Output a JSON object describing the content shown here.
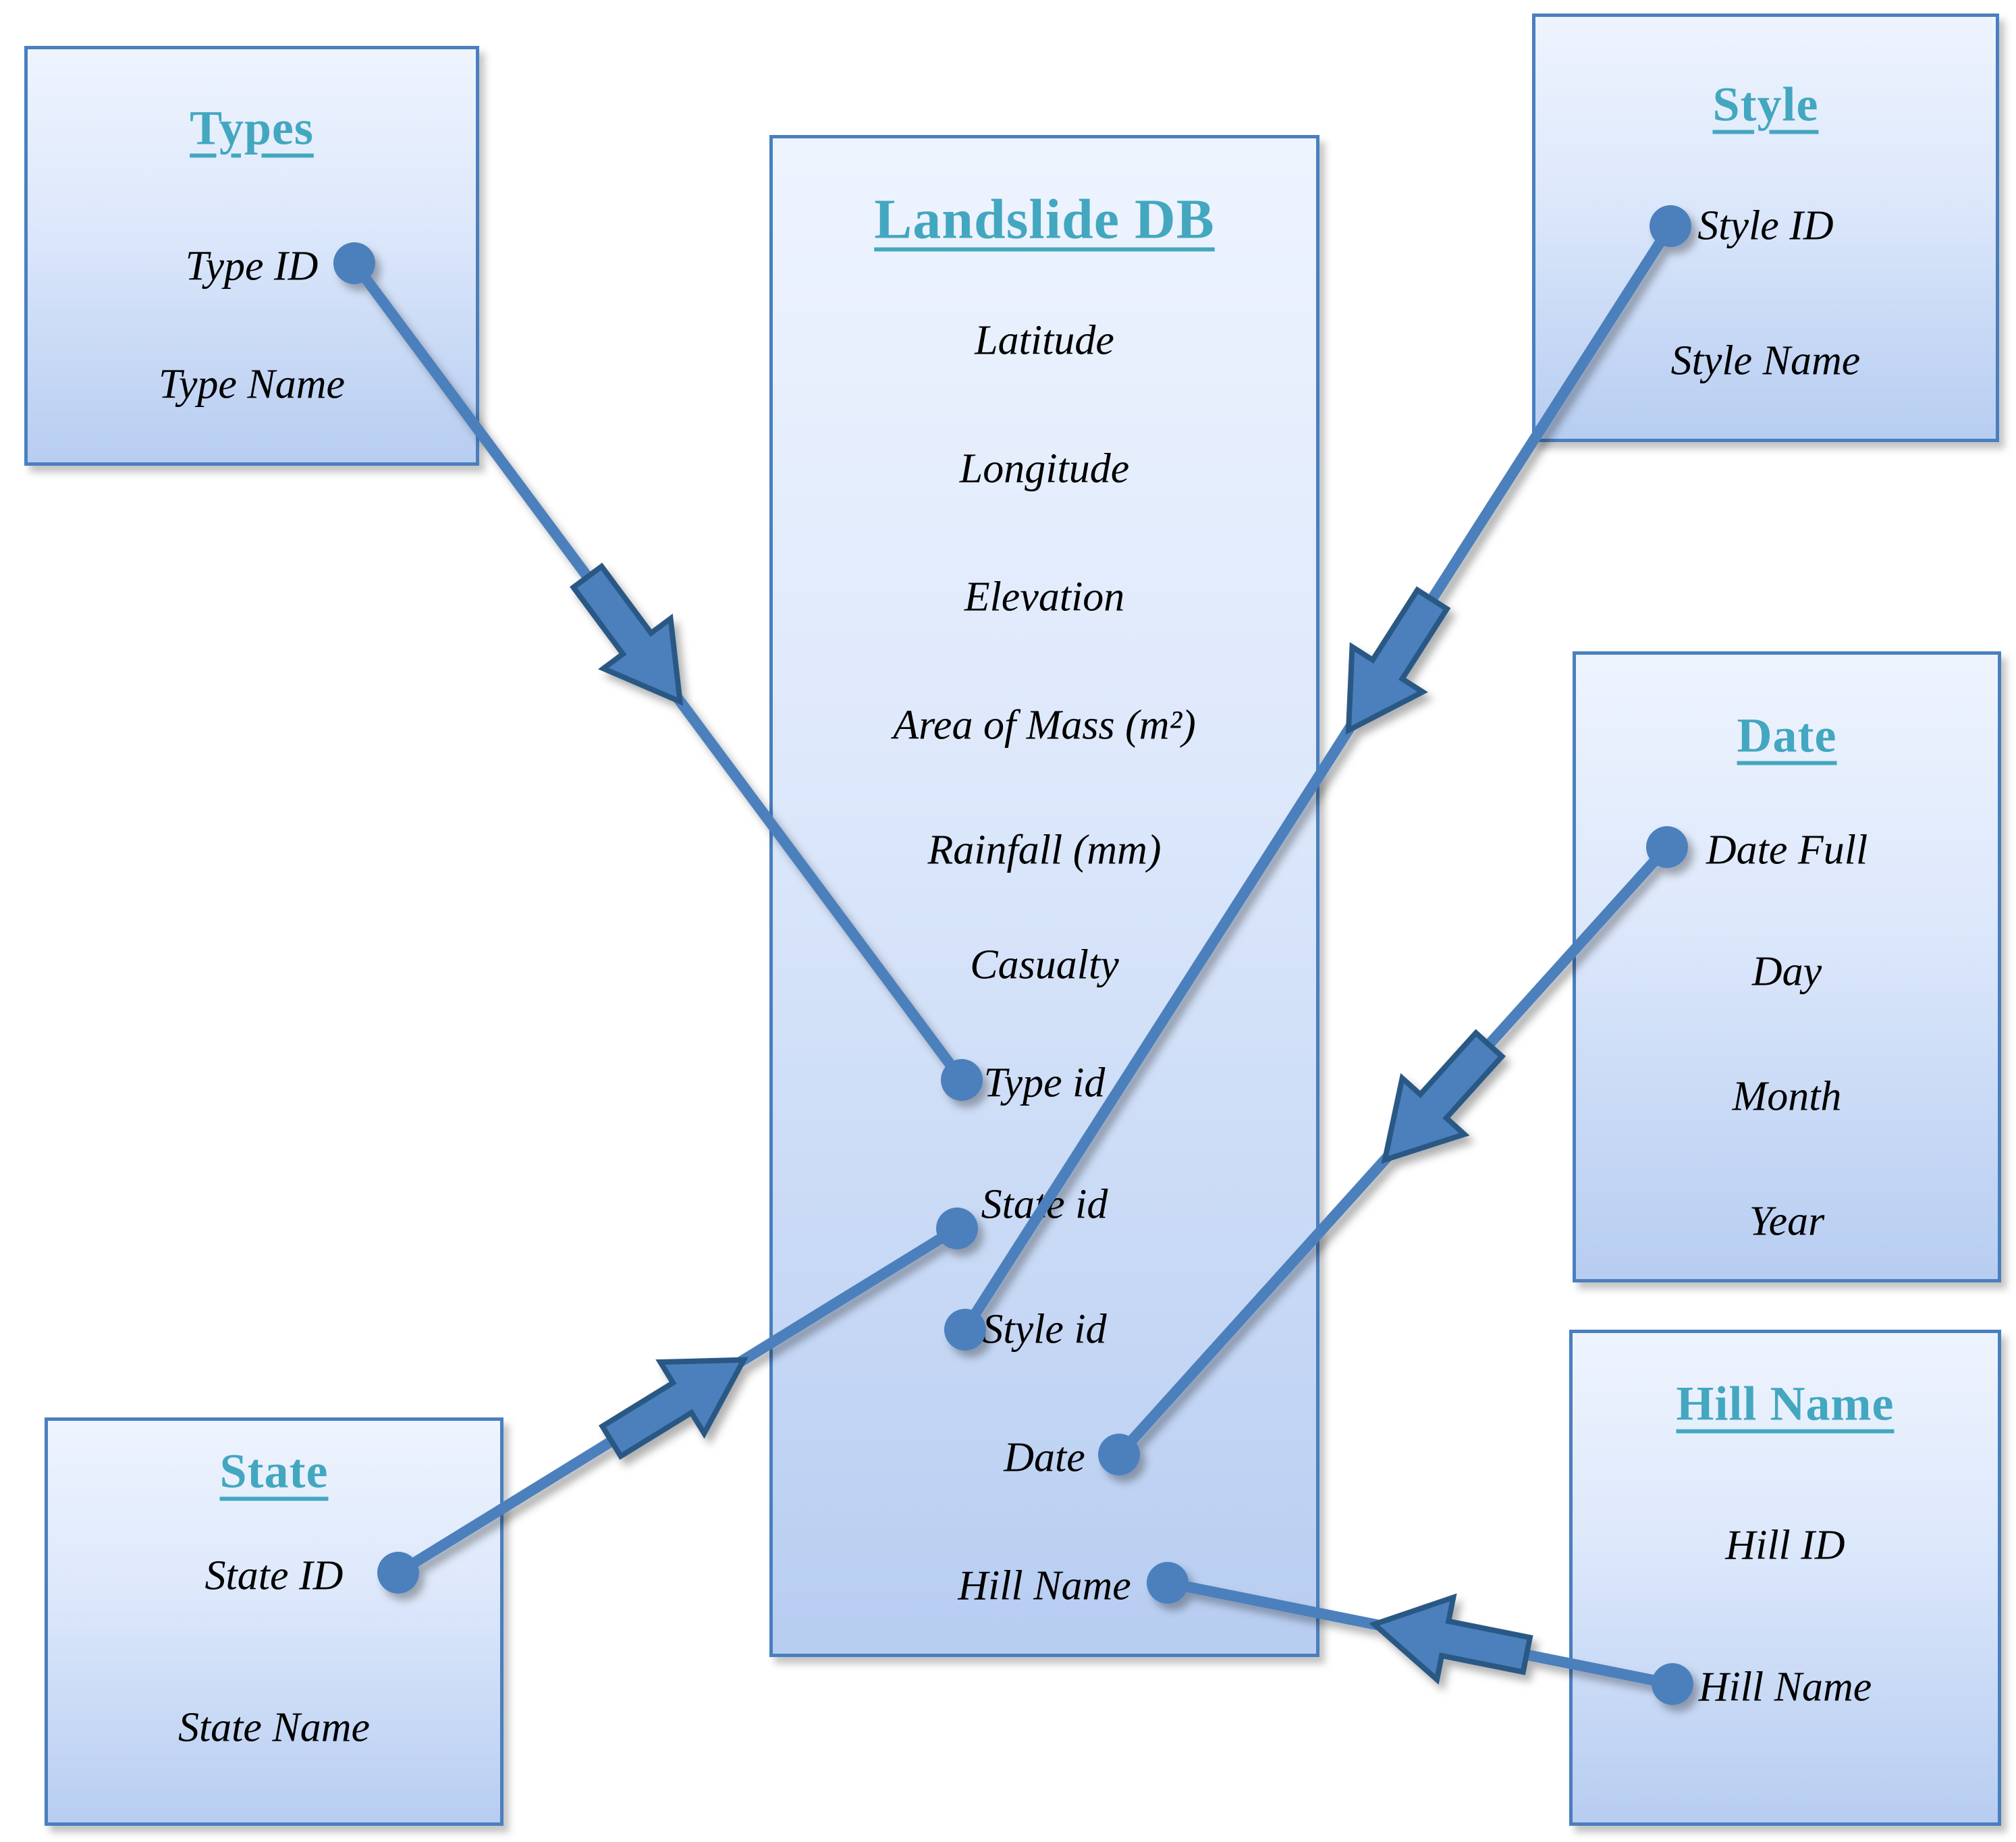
{
  "diagram_title": "Landslide DB entity relationship diagram",
  "colors": {
    "connector_blue": "#4c80bd",
    "arrow_outline": "#2c5885",
    "box_border": "#4a7fbf",
    "title_teal": "#43a7c0",
    "box_fill_top": "#eef4fe",
    "box_fill_bottom": "#b7cdf1",
    "field_text": "#000000",
    "background": "#ffffff"
  },
  "tables": [
    {
      "id": "types",
      "title": "Types",
      "fields": [
        "Type ID",
        "Type Name"
      ]
    },
    {
      "id": "landslide",
      "title": "Landslide DB",
      "fields": [
        "Latitude",
        "Longitude",
        "Elevation",
        "Area of Mass (m²)",
        "Rainfall (mm)",
        "Casualty",
        "Type id",
        "State id",
        "Style id",
        "Date",
        "Hill Name"
      ]
    },
    {
      "id": "style",
      "title": "Style",
      "fields": [
        "Style ID",
        "Style Name"
      ]
    },
    {
      "id": "date",
      "title": "Date",
      "fields": [
        "Date Full",
        "Day",
        "Month",
        "Year"
      ]
    },
    {
      "id": "hill",
      "title": "Hill Name",
      "fields": [
        "Hill ID",
        "Hill Name"
      ]
    },
    {
      "id": "state",
      "title": "State",
      "fields": [
        "State ID",
        "State Name"
      ]
    }
  ],
  "relationships": [
    {
      "from": "Types.Type ID",
      "to": "Landslide DB.Type id"
    },
    {
      "from": "Style.Style ID",
      "to": "Landslide DB.Style id"
    },
    {
      "from": "Date.Date Full",
      "to": "Landslide DB.Date"
    },
    {
      "from": "State.State ID",
      "to": "Landslide DB.State id"
    },
    {
      "from": "Hill Name.Hill Name",
      "to": "Landslide DB.Hill Name"
    }
  ]
}
